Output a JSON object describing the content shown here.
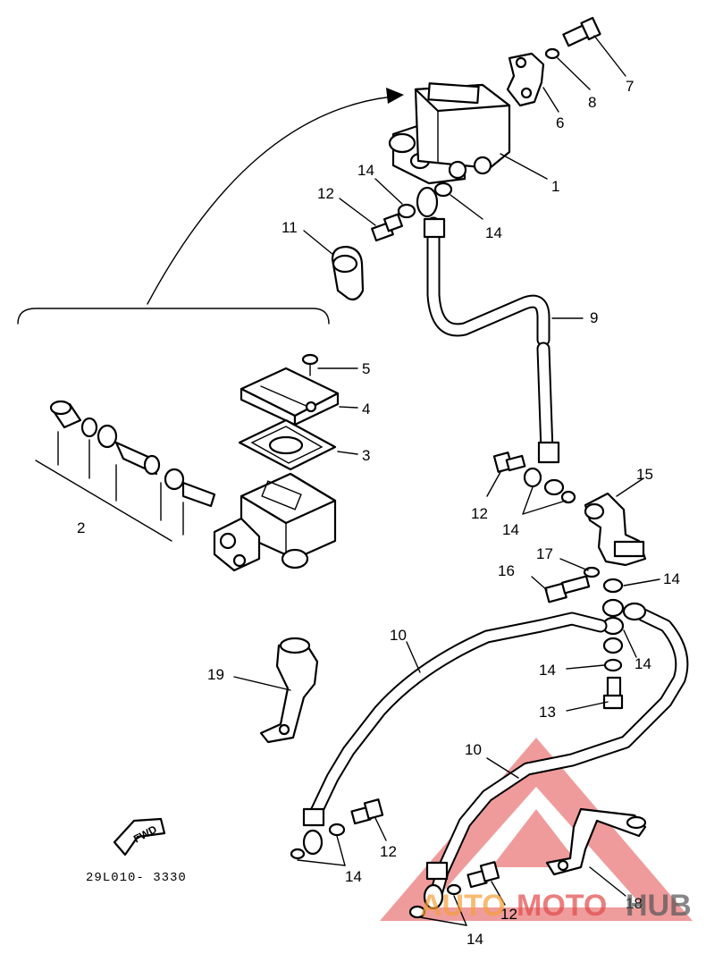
{
  "diagram": {
    "reference_code": "29L010- 3330",
    "direction_marker": "FWD",
    "callouts": [
      {
        "id": "c1",
        "text": "1"
      },
      {
        "id": "c2",
        "text": "2"
      },
      {
        "id": "c3",
        "text": "3"
      },
      {
        "id": "c4",
        "text": "4"
      },
      {
        "id": "c5",
        "text": "5"
      },
      {
        "id": "c6",
        "text": "6"
      },
      {
        "id": "c7",
        "text": "7"
      },
      {
        "id": "c8",
        "text": "8"
      },
      {
        "id": "c9",
        "text": "9"
      },
      {
        "id": "c10a",
        "text": "10"
      },
      {
        "id": "c10b",
        "text": "10"
      },
      {
        "id": "c11",
        "text": "11"
      },
      {
        "id": "c12a",
        "text": "12"
      },
      {
        "id": "c12b",
        "text": "12"
      },
      {
        "id": "c12c",
        "text": "12"
      },
      {
        "id": "c12d",
        "text": "12"
      },
      {
        "id": "c13",
        "text": "13"
      },
      {
        "id": "c14a",
        "text": "14"
      },
      {
        "id": "c14b",
        "text": "14"
      },
      {
        "id": "c14c",
        "text": "14"
      },
      {
        "id": "c14d",
        "text": "14"
      },
      {
        "id": "c14e",
        "text": "14"
      },
      {
        "id": "c14f",
        "text": "14"
      },
      {
        "id": "c14g",
        "text": "14"
      },
      {
        "id": "c14h",
        "text": "14"
      },
      {
        "id": "c15",
        "text": "15"
      },
      {
        "id": "c16",
        "text": "16"
      },
      {
        "id": "c17",
        "text": "17"
      },
      {
        "id": "c18",
        "text": "18"
      },
      {
        "id": "c19",
        "text": "19"
      }
    ]
  },
  "watermark": {
    "text_1": "AUTO",
    "text_2": "MOTO",
    "text_3": "HUB",
    "color_primary": "#e24a4a",
    "color_secondary": "#f4a03a",
    "color_dark": "#555555"
  }
}
